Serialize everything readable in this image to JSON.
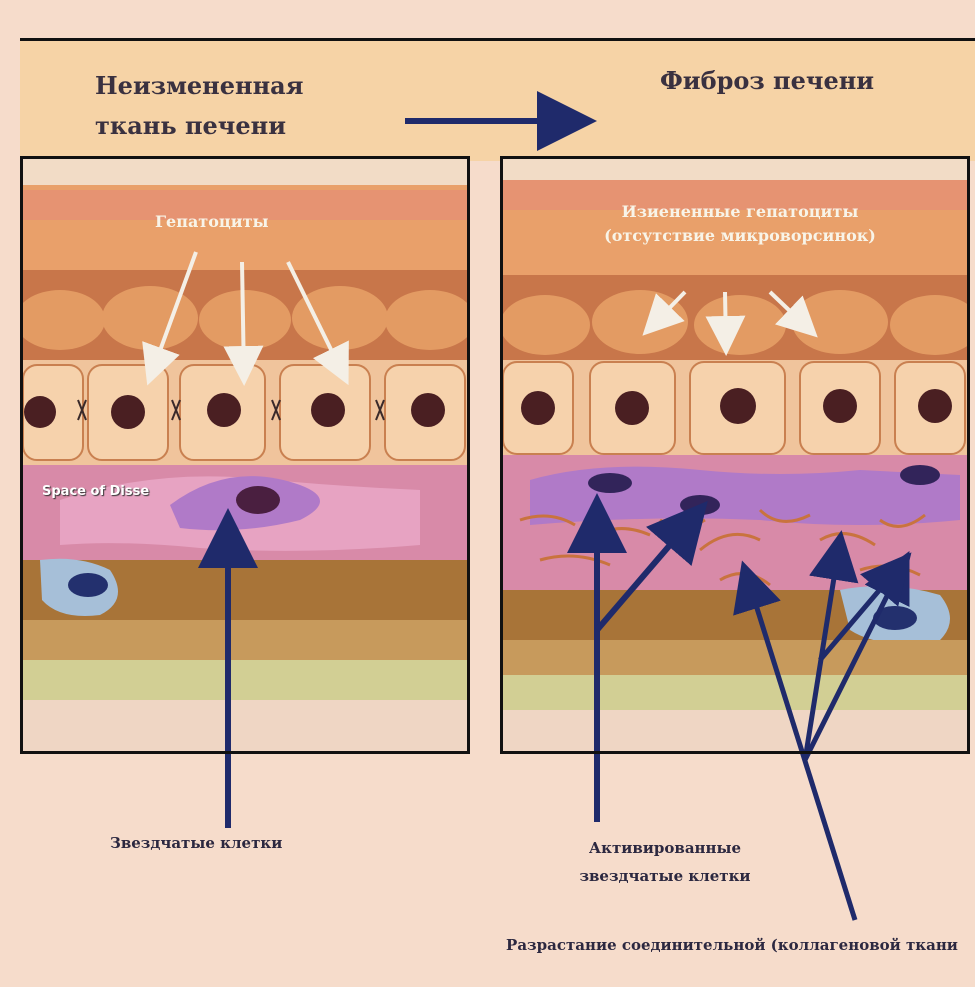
{
  "header": {
    "left_title": "Неизмененная ткань печени",
    "right_title": "Фиброз печени"
  },
  "left_panel": {
    "hepatocytes_label": "Гепатоциты",
    "disse_label": "Space of Disse",
    "stellate_label": "Звездчатые клетки"
  },
  "right_panel": {
    "changed_hepatocytes_label": "Изиененные гепатоциты (отсутствие микроворсинок)",
    "activated_label": "Активированные звездчатые клетки",
    "collagen_label": "Разрастание соединительной (коллагеновой ткани"
  },
  "colors": {
    "background": "#f6dccb",
    "header": "#f6d3a6",
    "arrow": "#1f2a6b",
    "cell": "#f3c49a",
    "nucleus": "#4a1f22",
    "pink_layer": "#d88aa8",
    "purple_cell": "#b07ac8",
    "brown_layer": "#a87438",
    "green_layer": "#c9c98a"
  }
}
